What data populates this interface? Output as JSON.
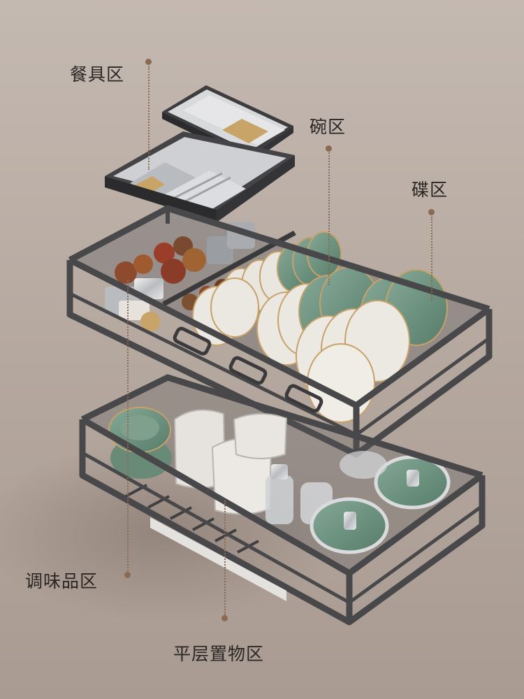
{
  "labels": {
    "cutlery_zone": "餐具区",
    "bowl_zone": "碗区",
    "plate_zone": "碟区",
    "seasoning_zone": "调味品区",
    "flat_storage_zone": "平层置物区"
  },
  "colors": {
    "background": "#b9aca3",
    "frame": "#4a4a4d",
    "frame_dark": "#333336",
    "green_dish": "#6f9582",
    "white_dish": "#eeeae4",
    "gold_rim": "#c6a26a",
    "leader": "#8a6a52",
    "label_text": "#2a2624"
  }
}
